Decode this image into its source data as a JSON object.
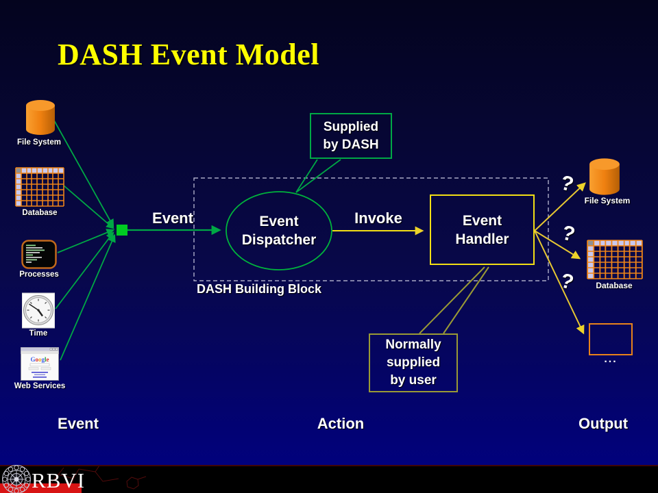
{
  "title": "DASH Event Model",
  "sources": [
    {
      "label": "File System"
    },
    {
      "label": "Database"
    },
    {
      "label": "Processes"
    },
    {
      "label": "Time"
    },
    {
      "label": "Web Services"
    }
  ],
  "flow": {
    "event_label": "Event",
    "dispatcher_line1": "Event",
    "dispatcher_line2": "Dispatcher",
    "invoke_label": "Invoke",
    "handler_line1": "Event",
    "handler_line2": "Handler",
    "building_block_label": "DASH Building Block",
    "question_mark": "?"
  },
  "callouts": {
    "supplied_line1": "Supplied",
    "supplied_line2": "by DASH",
    "user_line1": "Normally",
    "user_line2": "supplied",
    "user_line3": "by user"
  },
  "outputs": [
    {
      "label": "File System"
    },
    {
      "label": "Database"
    },
    {
      "label": "..."
    }
  ],
  "footer": {
    "event": "Event",
    "action": "Action",
    "output": "Output"
  },
  "branding": {
    "logo_text": "RBVI"
  },
  "icons": {
    "google_logo_letters": [
      "G",
      "o",
      "o",
      "g",
      "l",
      "e"
    ]
  },
  "colors": {
    "background_top": "#04041e",
    "background_bottom": "#01017c",
    "title_yellow": "#ffff00",
    "line_green": "#00a845",
    "event_square_green": "#00cc22",
    "line_yellow": "#e7c832",
    "handler_yellow": "#f3df15",
    "orange": "#ef8418",
    "user_callout_border": "#9a9a35",
    "text_white": "#ffffff"
  }
}
